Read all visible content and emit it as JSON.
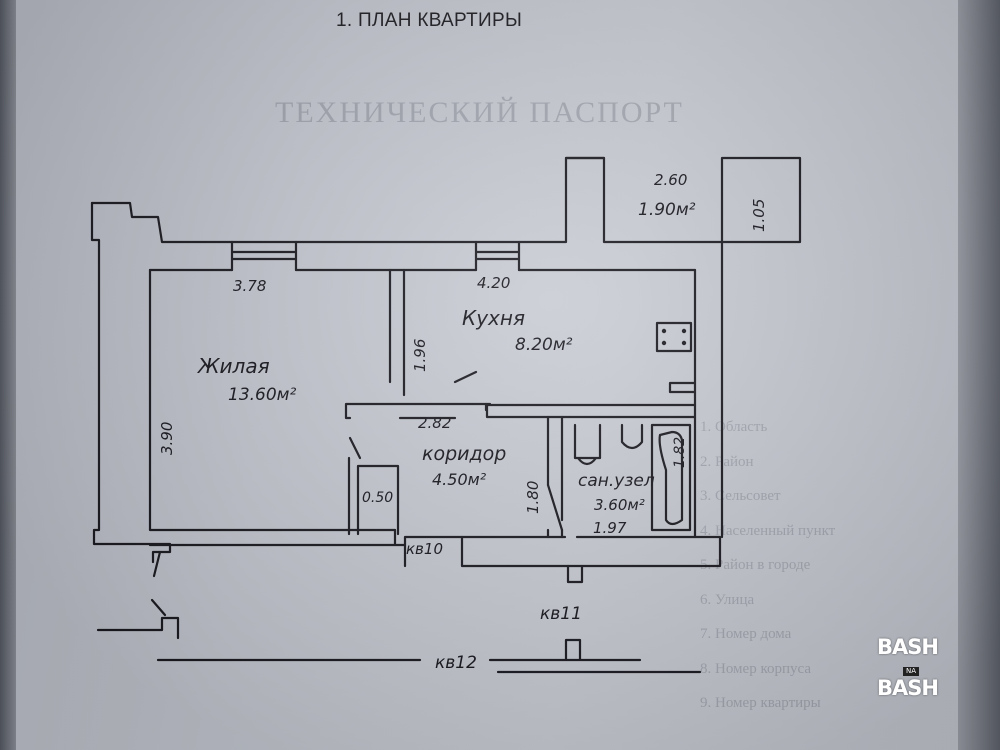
{
  "document": {
    "title": "1. ПЛАН КВАРТИРЫ",
    "background_heading": "ТЕХНИЧЕСКИЙ ПАСПОРТ",
    "background_list": [
      "1. Область",
      "2. Район",
      "3. Сельсовет",
      "4. Населенный пункт",
      "5. Район в городе",
      "6. Улица",
      "7. Номер дома",
      "8. Номер корпуса",
      "9. Номер квартиры"
    ]
  },
  "plan": {
    "rooms": [
      {
        "name": "Жилая",
        "area": "13.60м²"
      },
      {
        "name": "Кухня",
        "area": "8.20м²"
      },
      {
        "name": "коридор",
        "area": "4.50м²"
      },
      {
        "name": "сан.узел",
        "area": "3.60м²"
      }
    ],
    "balcony_area": "1.90м²",
    "dimensions": {
      "living_width": "3.78",
      "living_depth": "3.90",
      "kitchen_width": "4.20",
      "kitchen_depth": "1.96",
      "corridor_width": "2.82",
      "closet": "0.50",
      "corridor_depth": "1.80",
      "bath_width": "1.97",
      "bath_depth": "1.82",
      "balcony_width": "2.60",
      "balcony_depth": "1.05"
    },
    "neighbours": [
      "кв10",
      "кв11",
      "кв12"
    ]
  },
  "watermark": {
    "top": "BASH",
    "middle": "NA",
    "bottom": "BASH"
  },
  "colors": {
    "paper": "#c6c9d1",
    "ink": "#15151c"
  }
}
